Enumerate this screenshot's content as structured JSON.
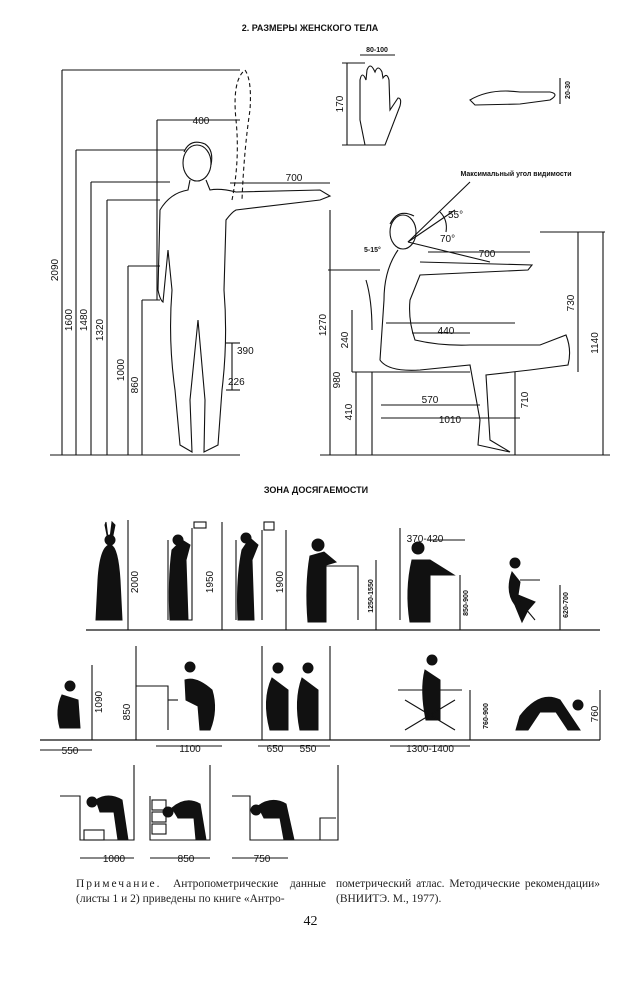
{
  "title": "2. РАЗМЕРЫ ЖЕНСКОГО ТЕЛА",
  "section2_title": "ЗОНА ДОСЯГАЕМОСТИ",
  "max_view_angle_label": "Максимальный угол видимости",
  "standing_dims": {
    "d2090": "2090",
    "d1600": "1600",
    "d1480": "1480",
    "d1320": "1320",
    "d1000": "1000",
    "d860": "860",
    "d400": "400",
    "d700": "700",
    "d390": "390",
    "d226": "226"
  },
  "hand_dims": {
    "w": "80-100",
    "h": "170",
    "t": "20-30"
  },
  "seated_dims": {
    "a55": "55°",
    "a70": "70°",
    "a515": "5-15°",
    "d700": "700",
    "d440": "440",
    "d570": "570",
    "d1010": "1010",
    "d1270": "1270",
    "d980": "980",
    "d240": "240",
    "d410": "410",
    "d710": "710",
    "d730": "730",
    "d1140": "1140"
  },
  "reach_row1": [
    "2000",
    "1950",
    "1900",
    "1250-1550",
    "370-420",
    "850-900",
    "620-700"
  ],
  "reach_row2": [
    "1090",
    "550",
    "850",
    "1100",
    "650",
    "550",
    "1300-1400",
    "760-900",
    "760"
  ],
  "reach_row3": [
    "1000",
    "850",
    "750"
  ],
  "note": {
    "lead": "Примечание.",
    "left": "Антропометрические данные (листы 1 и 2) приведены по книге «Антро-",
    "right": "пометрический атлас. Методические рекомендации» (ВНИИТЭ. М., 1977)."
  },
  "page_number": "42"
}
